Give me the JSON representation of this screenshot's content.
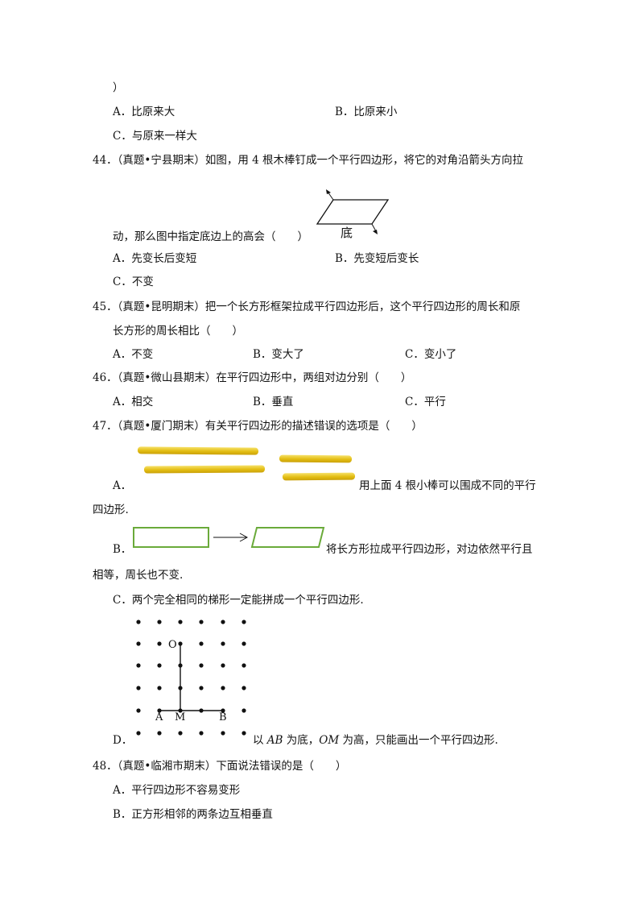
{
  "top": {
    "paren": "）"
  },
  "q43": {
    "opt_a": "A．比原来大",
    "opt_b": "B．比原来小",
    "opt_c": "C．与原来一样大"
  },
  "q44": {
    "stem_1": "44．（真题•宁县期末）如图，用 4 根木棒钉成一个平行四边形，将它的对角沿箭头方向拉",
    "stem_2": "动，那么图中指定底边上的高会（　　）",
    "fig_label": "底",
    "opt_a": "A．先变长后变短",
    "opt_b": "B．先变短后变长",
    "opt_c": "C．不变"
  },
  "q45": {
    "stem_1": "45．（真题•昆明期末）把一个长方形框架拉成平行四边形后，这个平行四边形的周长和原",
    "stem_2": "长方形的周长相比（　　）",
    "opt_a": "A．不变",
    "opt_b": "B．变大了",
    "opt_c": "C．变小了"
  },
  "q46": {
    "stem": "46．（真题•微山县期末）在平行四边形中，两组对边分别（　　）",
    "opt_a": "A．相交",
    "opt_b": "B．垂直",
    "opt_c": "C．平行"
  },
  "q47": {
    "stem": "47．（真题•厦门期末）有关平行四边形的描述错误的选项是（　　）",
    "a_letter": "A．",
    "a_text_1": "用上面 4 根小棒可以围成不同的平行",
    "a_text_2": "四边形.",
    "b_letter": "B．",
    "b_text_1": "将长方形拉成平行四边形，对边依然平行且",
    "b_text_2": "相等，周长也不变.",
    "c_text": "C．两个完全相同的梯形一定能拼成一个平行四边形.",
    "d_letter": "D．",
    "d_text_pre": "以 ",
    "d_ab": "AB",
    "d_text_mid": " 为底，",
    "d_om": "OM",
    "d_text_post": " 为高，只能画出一个平行四边形.",
    "grid_label_o": "O",
    "grid_label_a": "A",
    "grid_label_m": "M",
    "grid_label_b": "B"
  },
  "q48": {
    "stem": "48．（真题•临湘市期末）下面说法错误的是（　　）",
    "opt_a": "A．平行四边形不容易变形",
    "opt_b": "B．正方形相邻的两条边互相垂直"
  },
  "colors": {
    "stick": "#e3bd12",
    "rect_green": "#6aaa3a"
  }
}
